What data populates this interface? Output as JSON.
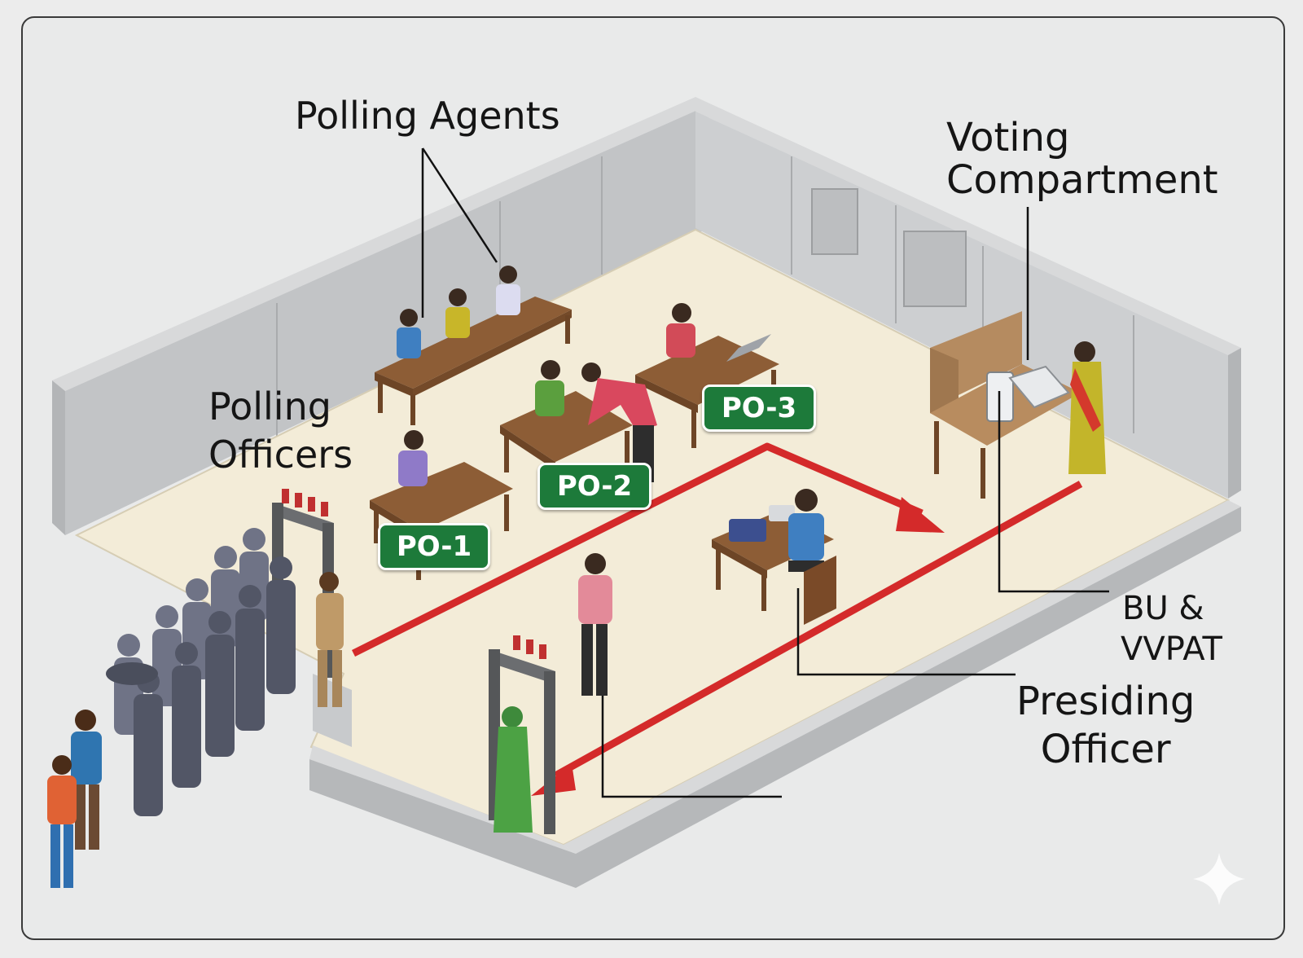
{
  "labels": {
    "polling_agents": "Polling Agents",
    "voting_compartment": [
      "Voting",
      "Compartment"
    ],
    "polling_officers": [
      "Polling",
      "Officers"
    ],
    "bu_vvpat": [
      "BU &",
      "VVPAT"
    ],
    "presiding_officer": [
      "Presiding",
      "Officer"
    ]
  },
  "badges": {
    "po1": "PO-1",
    "po2": "PO-2",
    "po3": "PO-3"
  },
  "colors": {
    "badge_green": "#1d7a3a",
    "path_red": "#d42a2a",
    "floor": "#f3ecd8",
    "wall": "#b9bbbd"
  }
}
